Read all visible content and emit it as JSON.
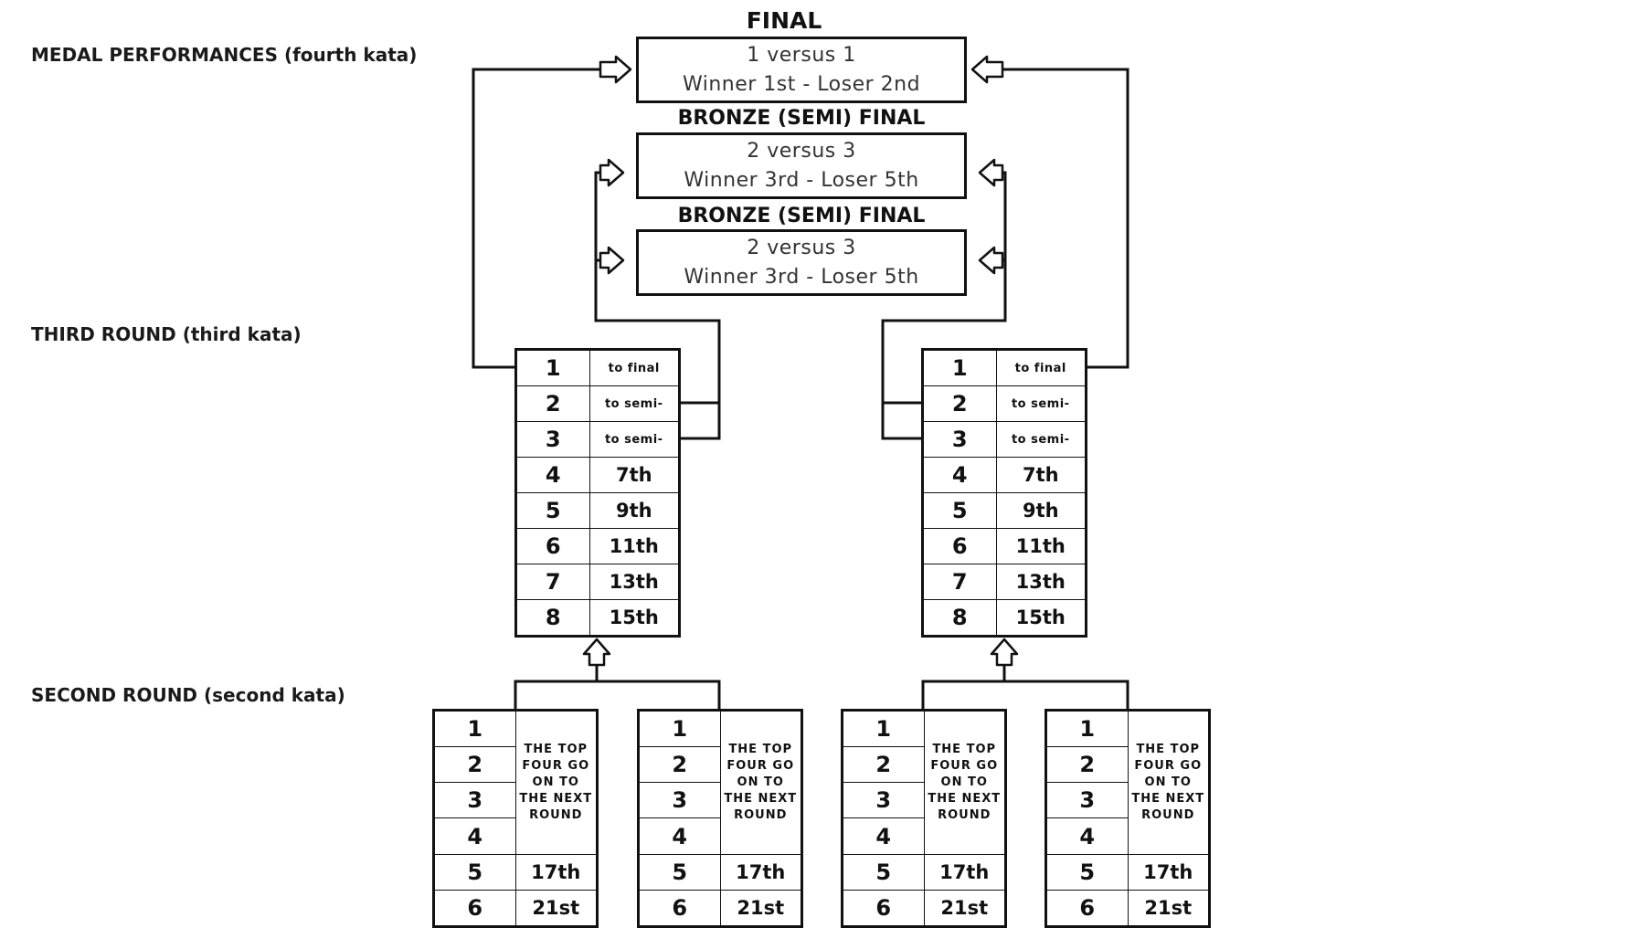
{
  "labels": {
    "medal": "MEDAL PERFORMANCES (fourth kata)",
    "third": "THIRD ROUND (third kata)",
    "second": "SECOND ROUND (second kata)"
  },
  "matches": [
    {
      "title": "FINAL",
      "line1": "1 versus 1",
      "line2": "Winner 1st - Loser 2nd"
    },
    {
      "title": "BRONZE (SEMI) FINAL",
      "line1": "2 versus 3",
      "line2": "Winner 3rd - Loser 5th"
    },
    {
      "title": "BRONZE (SEMI) FINAL",
      "line1": "2 versus 3",
      "line2": "Winner 3rd - Loser 5th"
    }
  ],
  "third_round_rows": [
    {
      "rank": "1",
      "result": "to final"
    },
    {
      "rank": "2",
      "result": "to semi-"
    },
    {
      "rank": "3",
      "result": "to semi-"
    },
    {
      "rank": "4",
      "result": "7th"
    },
    {
      "rank": "5",
      "result": "9th"
    },
    {
      "rank": "6",
      "result": "11th"
    },
    {
      "rank": "7",
      "result": "13th"
    },
    {
      "rank": "8",
      "result": "15th"
    }
  ],
  "second_round": {
    "ranks": [
      "1",
      "2",
      "3",
      "4",
      "5",
      "6"
    ],
    "note": "THE TOP FOUR GO ON TO THE NEXT ROUND",
    "results": {
      "5": "17th",
      "6": "21st"
    }
  }
}
